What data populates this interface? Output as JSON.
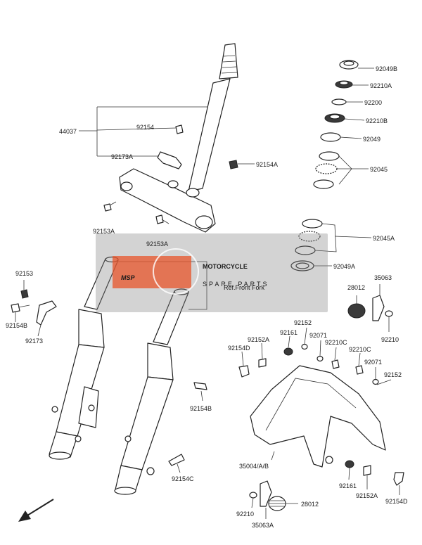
{
  "labels": {
    "p44037": "44037",
    "p92154_top": "92154",
    "p92173A": "92173A",
    "p92154A": "92154A",
    "p92153A_left": "92153A",
    "p92153A_mid": "92153A",
    "p92049B": "92049B",
    "p92210A": "92210A",
    "p92200": "92200",
    "p92210B": "92210B",
    "p92049": "92049",
    "p92045": "92045",
    "p92045A": "92045A",
    "p92049A": "92049A",
    "ref_front_fork": "Ref.Front Fork",
    "p92153": "92153",
    "p92154B_left": "92154B",
    "p92173": "92173",
    "p28012_top": "28012",
    "p35063": "35063",
    "p92210_right": "92210",
    "p92152_top": "92152",
    "p92152A_top": "92152A",
    "p92161_top": "92161",
    "p92071_top": "92071",
    "p92210C_a": "92210C",
    "p92210C_b": "92210C",
    "p92154D_left": "92154D",
    "p92071_right": "92071",
    "p92152_right": "92152",
    "p92154B_mid": "92154B",
    "p92154C": "92154C",
    "p35004": "35004/A/B",
    "p92161_bottom": "92161",
    "p92152A_bottom": "92152A",
    "p92154D_right": "92154D",
    "p92210_bottom": "92210",
    "p28012_bottom": "28012",
    "p35063A": "35063A"
  },
  "watermark": {
    "logo": "MSP",
    "brand": "MOTORCYCLE",
    "sub": "SPARE PARTS",
    "accent_color": "#e8542a"
  }
}
